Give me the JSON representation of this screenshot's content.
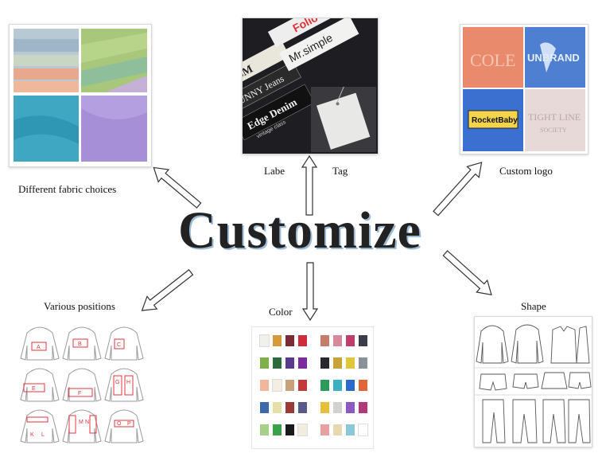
{
  "title": "Customize",
  "captions": {
    "fabric": "Different fabric choices",
    "label": "Labe",
    "tag": "Tag",
    "logo": "Custom logo",
    "positions": "Various positions",
    "color": "Color",
    "shape": "Shape"
  },
  "label_texts": [
    "SUNNY Jeans",
    "Edge Denim",
    "Mr.simple",
    "Folio",
    "vintage class"
  ],
  "logo_texts": [
    "COLE",
    "UNBRAND",
    "RocketBaby",
    "TIGHT LINE",
    "SOCIETY"
  ],
  "position_letters": [
    "A",
    "B",
    "C",
    "E",
    "F",
    "G",
    "H",
    "K",
    "L",
    "M",
    "N",
    "O",
    "P"
  ],
  "colors": {
    "fabric": [
      "#9fb6c8",
      "#a8c77a",
      "#3fa7c2",
      "#a68fd6",
      "#e8a88e"
    ],
    "swatch_rows": [
      [
        "#f1f0ea",
        "#d79a3a",
        "#7a2b37",
        "#cf2b3a",
        "#c47d6a",
        "#d9879a",
        "#c03c6a",
        "#3b3d48"
      ],
      [
        "#7fb14a",
        "#2d6a3d",
        "#5a3a8a",
        "#7b2aa0",
        "#2a2a2e",
        "#c9a23a",
        "#e2c63a",
        "#8a9098"
      ],
      [
        "#f2b79a",
        "#f3ede2",
        "#c8a07a",
        "#c43a3a",
        "#2e9a5a",
        "#3ab0c0",
        "#2a6acb",
        "#e0663a"
      ],
      [
        "#3a6aaa",
        "#e6dfa8",
        "#9a3a3a",
        "#5a5a8a",
        "#e6c03a",
        "#d2d2ce",
        "#8a5ac0",
        "#b03a7a"
      ],
      [
        "#a6d08a",
        "#3aa04a",
        "#1a1a1a",
        "#f2ecdf",
        "#e6a0a0",
        "#e6d8b0",
        "#8ac8d8",
        "#ffffff"
      ]
    ]
  }
}
